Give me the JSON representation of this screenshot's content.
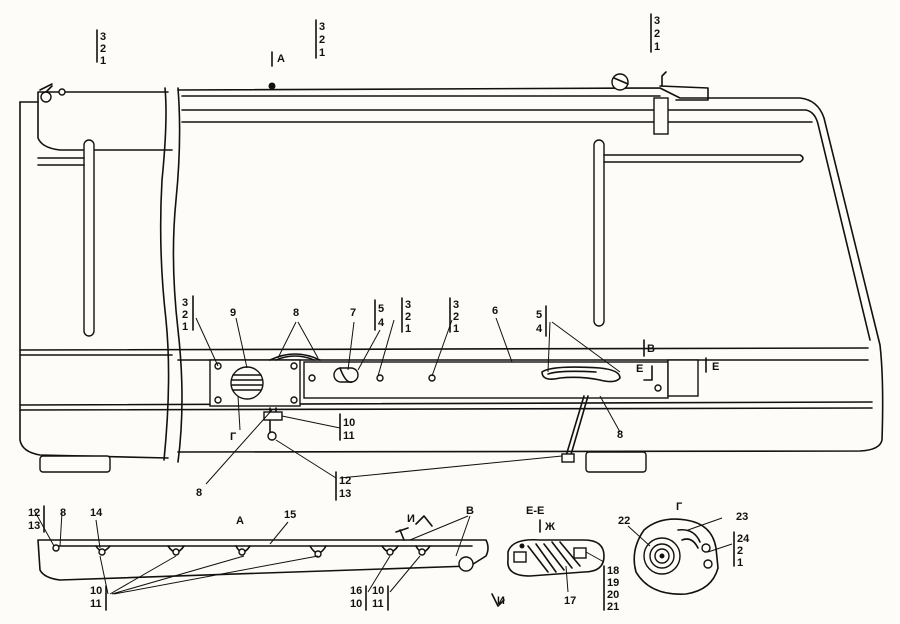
{
  "callouts": {
    "top_left": [
      "3",
      "2",
      "1"
    ],
    "top_mid": [
      "3",
      "2",
      "1"
    ],
    "top_right": [
      "3",
      "2",
      "1"
    ],
    "left_mid": [
      "3",
      "2",
      "1"
    ],
    "center_a": [
      "3",
      "2",
      "1"
    ],
    "center_b": [
      "3",
      "2",
      "1"
    ],
    "pair_left": [
      "5",
      "4"
    ],
    "pair_right": [
      "5",
      "4"
    ],
    "pair_1011_main": [
      "10",
      "11"
    ],
    "pair_1213_main": [
      "12",
      "13"
    ],
    "pair_1213_detail": [
      "12",
      "13"
    ],
    "pair_1011_detail_a": [
      "10",
      "11"
    ],
    "pair_1610_detail": [
      "16",
      "10"
    ],
    "pair_1011_detail_b": [
      "10",
      "11"
    ],
    "group_18_21": [
      "18",
      "19",
      "20",
      "21"
    ],
    "group_24_1": [
      "24",
      "2",
      "1"
    ]
  },
  "labels": {
    "section_a_top": "А",
    "section_b_mark": "В",
    "section_e_mark": "Е",
    "section_e_right": "Е",
    "n9": "9",
    "n8_top": "8",
    "n7": "7",
    "n6": "6",
    "n8_bottom_right": "8",
    "n8_bottom_left": "8",
    "g_main": "Г",
    "detail_a_title": "А",
    "n8_detail": "8",
    "n14": "14",
    "n15": "15",
    "i_top": "И",
    "b_detail": "В",
    "ee_title": "Е-Е",
    "zh_mark": "Ж",
    "n17": "17",
    "i_bottom": "И",
    "g_detail_title": "Г",
    "n22": "22",
    "n23": "23"
  }
}
